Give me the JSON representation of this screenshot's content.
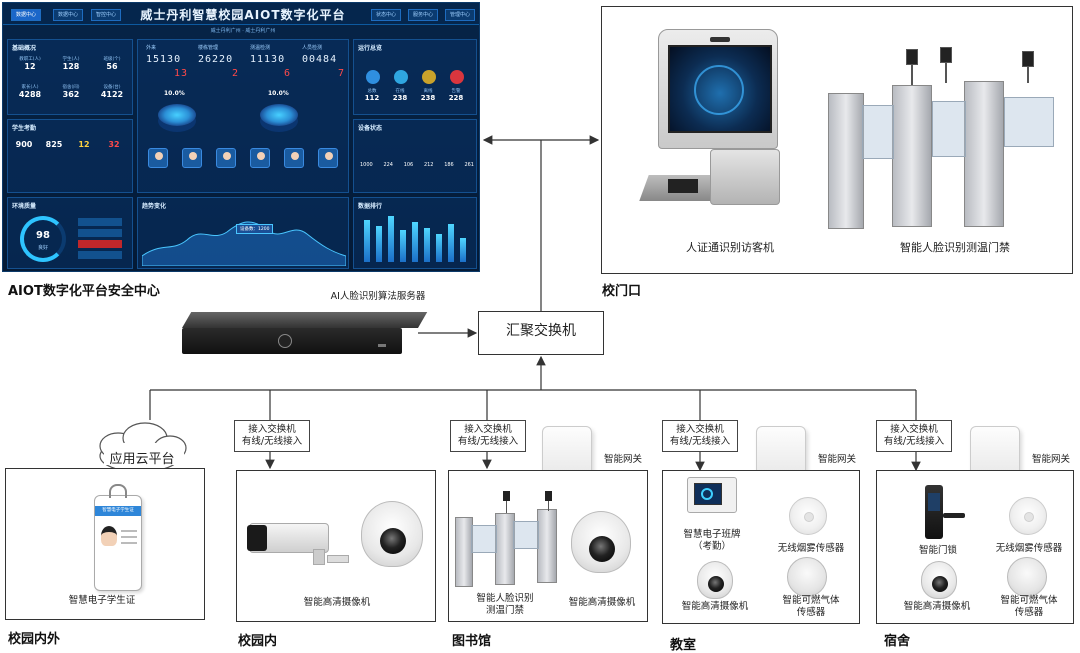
{
  "dashboard": {
    "title": "威士丹利智慧校园AIOT数字化平台",
    "subtitle": "威士丹利广州 · 威士丹利广州",
    "tabs": [
      "数据中心",
      "数据中心",
      "智控中心",
      "状态中心",
      "服务中心",
      "管理中心"
    ],
    "panel_basic": "基础概况",
    "basic_values": [
      {
        "k": "教职工(人)",
        "v": "12"
      },
      {
        "k": "学生(人)",
        "v": "128"
      },
      {
        "k": "班级(个)",
        "v": "56"
      },
      {
        "k": "家长(人)",
        "v": "4288"
      },
      {
        "k": "宿舍(间)",
        "v": "362"
      },
      {
        "k": "设备(台)",
        "v": "4122"
      }
    ],
    "panel_attendance": "学生考勤",
    "attendance_values": [
      "900",
      "825",
      "12",
      "32"
    ],
    "panel_env": "环境质量",
    "env_score": "98",
    "env_label": "良好",
    "counters": [
      {
        "label": "外来",
        "top": "15130",
        "bottom": "13"
      },
      {
        "label": "楼栋管理",
        "top": "26220",
        "bottom": "2"
      },
      {
        "label": "测温检测",
        "top": "11130",
        "bottom": "6"
      },
      {
        "label": "人员检测",
        "top": "00484",
        "bottom": "7"
      }
    ],
    "pie_values": [
      "10.0%",
      "10.0%"
    ],
    "panel_ops": "运行总览",
    "ops_values": [
      {
        "k": "总数",
        "v": "112"
      },
      {
        "k": "在线",
        "v": "238"
      },
      {
        "k": "离线",
        "v": "238"
      },
      {
        "k": "告警",
        "v": "228"
      }
    ],
    "panel_device": "设备状态",
    "device_values": [
      "1000",
      "224",
      "106",
      "212",
      "186",
      "261"
    ],
    "panel_trend": "趋势变化",
    "panel_rank": "数据排行",
    "tooltip": "设备数：1200"
  },
  "captions": {
    "aiot_center": "AIOT数字化平台安全中心",
    "server": "AI人脸识别算法服务器",
    "agg_switch": "汇聚交换机",
    "school_gate": "校门口",
    "visitor_machine": "人证通识别访客机",
    "face_gate": "智能人脸识别测温门禁",
    "cloud": "应用云平台",
    "student_card": "智慧电子学生证",
    "card_header": "智慧电子学生证",
    "access_switch_1": "接入交换机",
    "access_switch_2": "有线/无线接入",
    "smart_gateway": "智能网关",
    "hd_camera": "智能高清摄像机",
    "lib_gate_1": "智能人脸识别",
    "lib_gate_2": "测温门禁",
    "class_board_1": "智慧电子班牌",
    "class_board_2": "（考勤）",
    "smoke_sensor": "无线烟雾传感器",
    "gas_sensor_1": "智能可燃气体",
    "gas_sensor_2": "传感器",
    "smart_lock": "智能门锁"
  },
  "zones": {
    "campus_both": "校园内外",
    "campus_inside": "校园内",
    "library": "图书馆",
    "classroom": "教室",
    "dormitory": "宿舍"
  },
  "colors": {
    "dashboard_bg": "#041a36",
    "dashboard_accent": "#2ec4ff",
    "alarm": "#ff4a4a",
    "line": "#333333"
  }
}
